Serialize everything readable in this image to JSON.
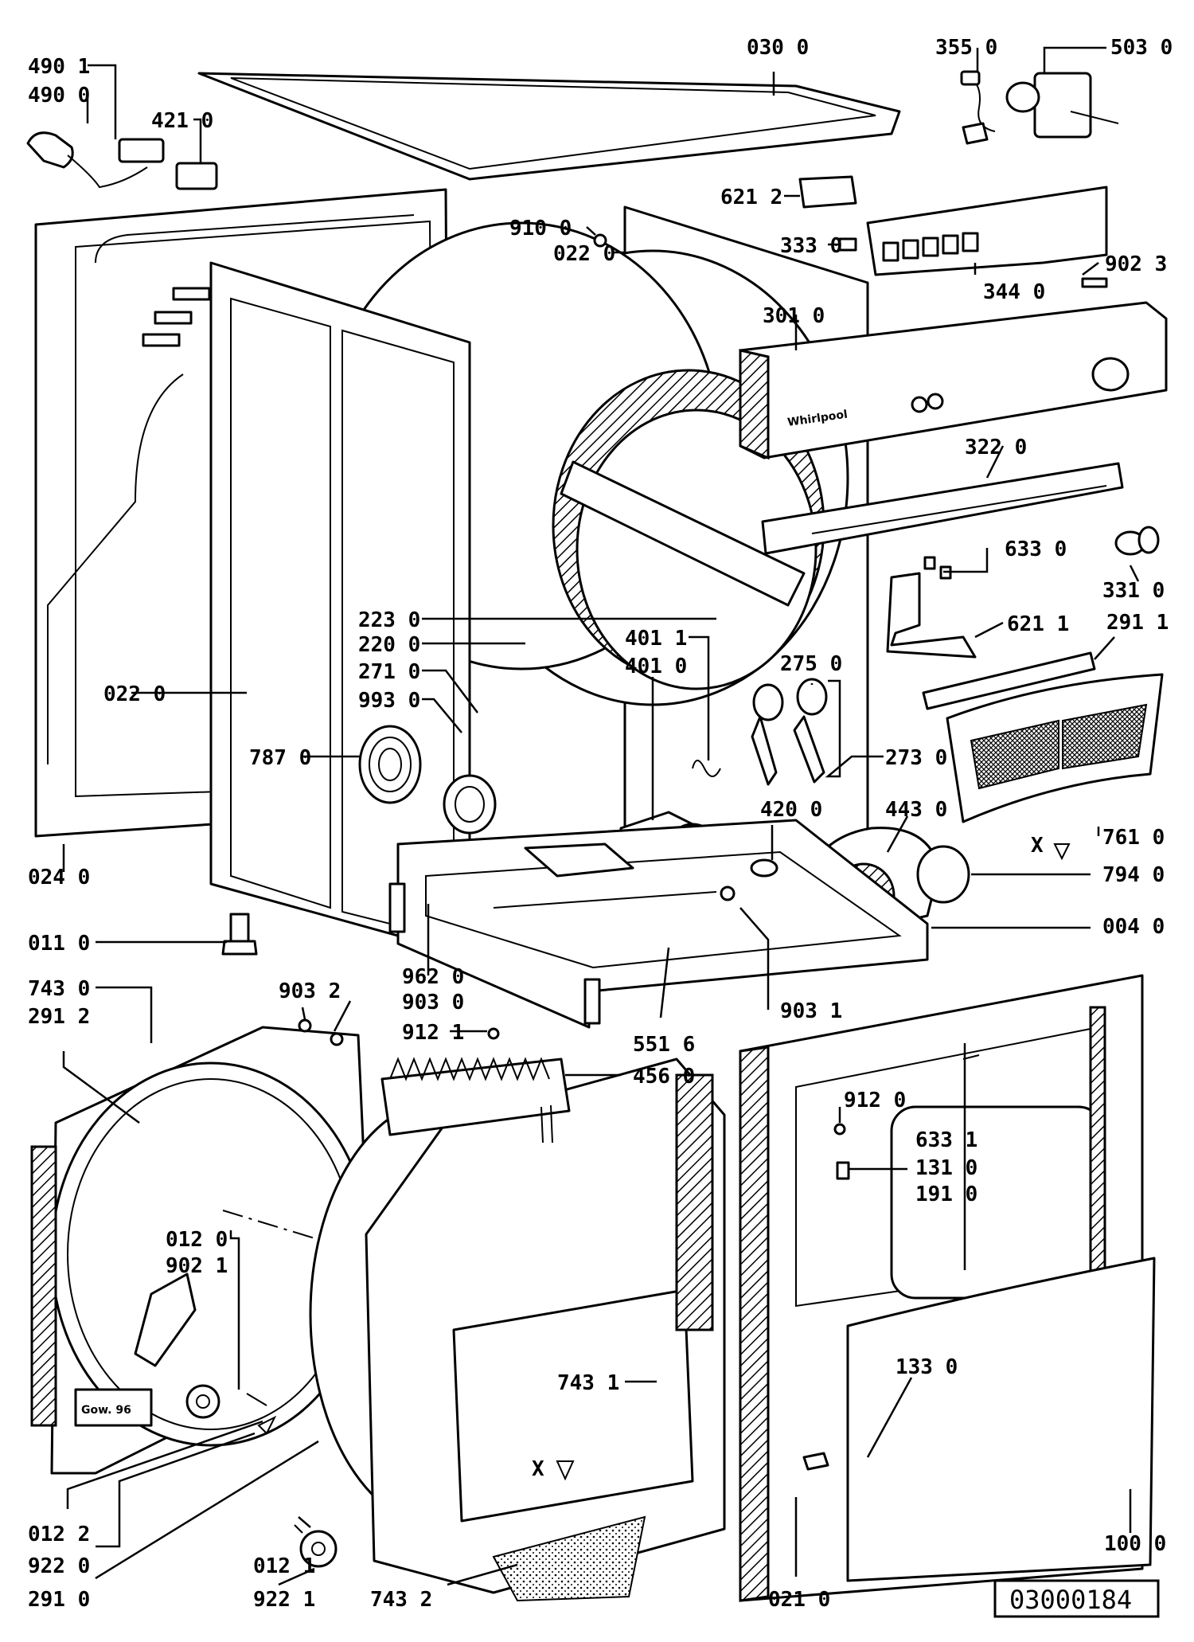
{
  "document": {
    "id": "03000184",
    "brand": "Whirlpool",
    "plate_text": "Gow. 96"
  },
  "labels": [
    {
      "code": "030 0"
    },
    {
      "code": "355 0"
    },
    {
      "code": "503 0"
    },
    {
      "code": "490 1"
    },
    {
      "code": "490 0"
    },
    {
      "code": "421 0"
    },
    {
      "code": "621 2"
    },
    {
      "code": "910 0"
    },
    {
      "code": "022 0"
    },
    {
      "code": "333 0"
    },
    {
      "code": "902 3"
    },
    {
      "code": "344 0"
    },
    {
      "code": "301 0"
    },
    {
      "code": "322 0"
    },
    {
      "code": "633 0"
    },
    {
      "code": "331 0"
    },
    {
      "code": "621 1"
    },
    {
      "code": "291 1"
    },
    {
      "code": "223 0"
    },
    {
      "code": "220 0"
    },
    {
      "code": "271 0"
    },
    {
      "code": "993 0"
    },
    {
      "code": "787 0"
    },
    {
      "code": "022 0"
    },
    {
      "code": "401 1"
    },
    {
      "code": "401 0"
    },
    {
      "code": "275 0"
    },
    {
      "code": "273 0"
    },
    {
      "code": "443 0"
    },
    {
      "code": "420 0"
    },
    {
      "code": "761 0"
    },
    {
      "code": "794 0"
    },
    {
      "code": "024 0"
    },
    {
      "code": "004 0"
    },
    {
      "code": "011 0"
    },
    {
      "code": "962 0"
    },
    {
      "code": "903 1"
    },
    {
      "code": "743 0"
    },
    {
      "code": "291 2"
    },
    {
      "code": "903 2"
    },
    {
      "code": "903 0"
    },
    {
      "code": "912 1"
    },
    {
      "code": "551 6"
    },
    {
      "code": "456 0"
    },
    {
      "code": "912 0"
    },
    {
      "code": "633 1"
    },
    {
      "code": "131 0"
    },
    {
      "code": "191 0"
    },
    {
      "code": "012 0"
    },
    {
      "code": "902 1"
    },
    {
      "code": "743 1"
    },
    {
      "code": "133 0"
    },
    {
      "code": "012 2"
    },
    {
      "code": "922 0"
    },
    {
      "code": "291 0"
    },
    {
      "code": "012 1"
    },
    {
      "code": "922 1"
    },
    {
      "code": "743 2"
    },
    {
      "code": "021 0"
    },
    {
      "code": "100 0"
    }
  ],
  "markers": {
    "x1": "X",
    "x2": "X"
  }
}
